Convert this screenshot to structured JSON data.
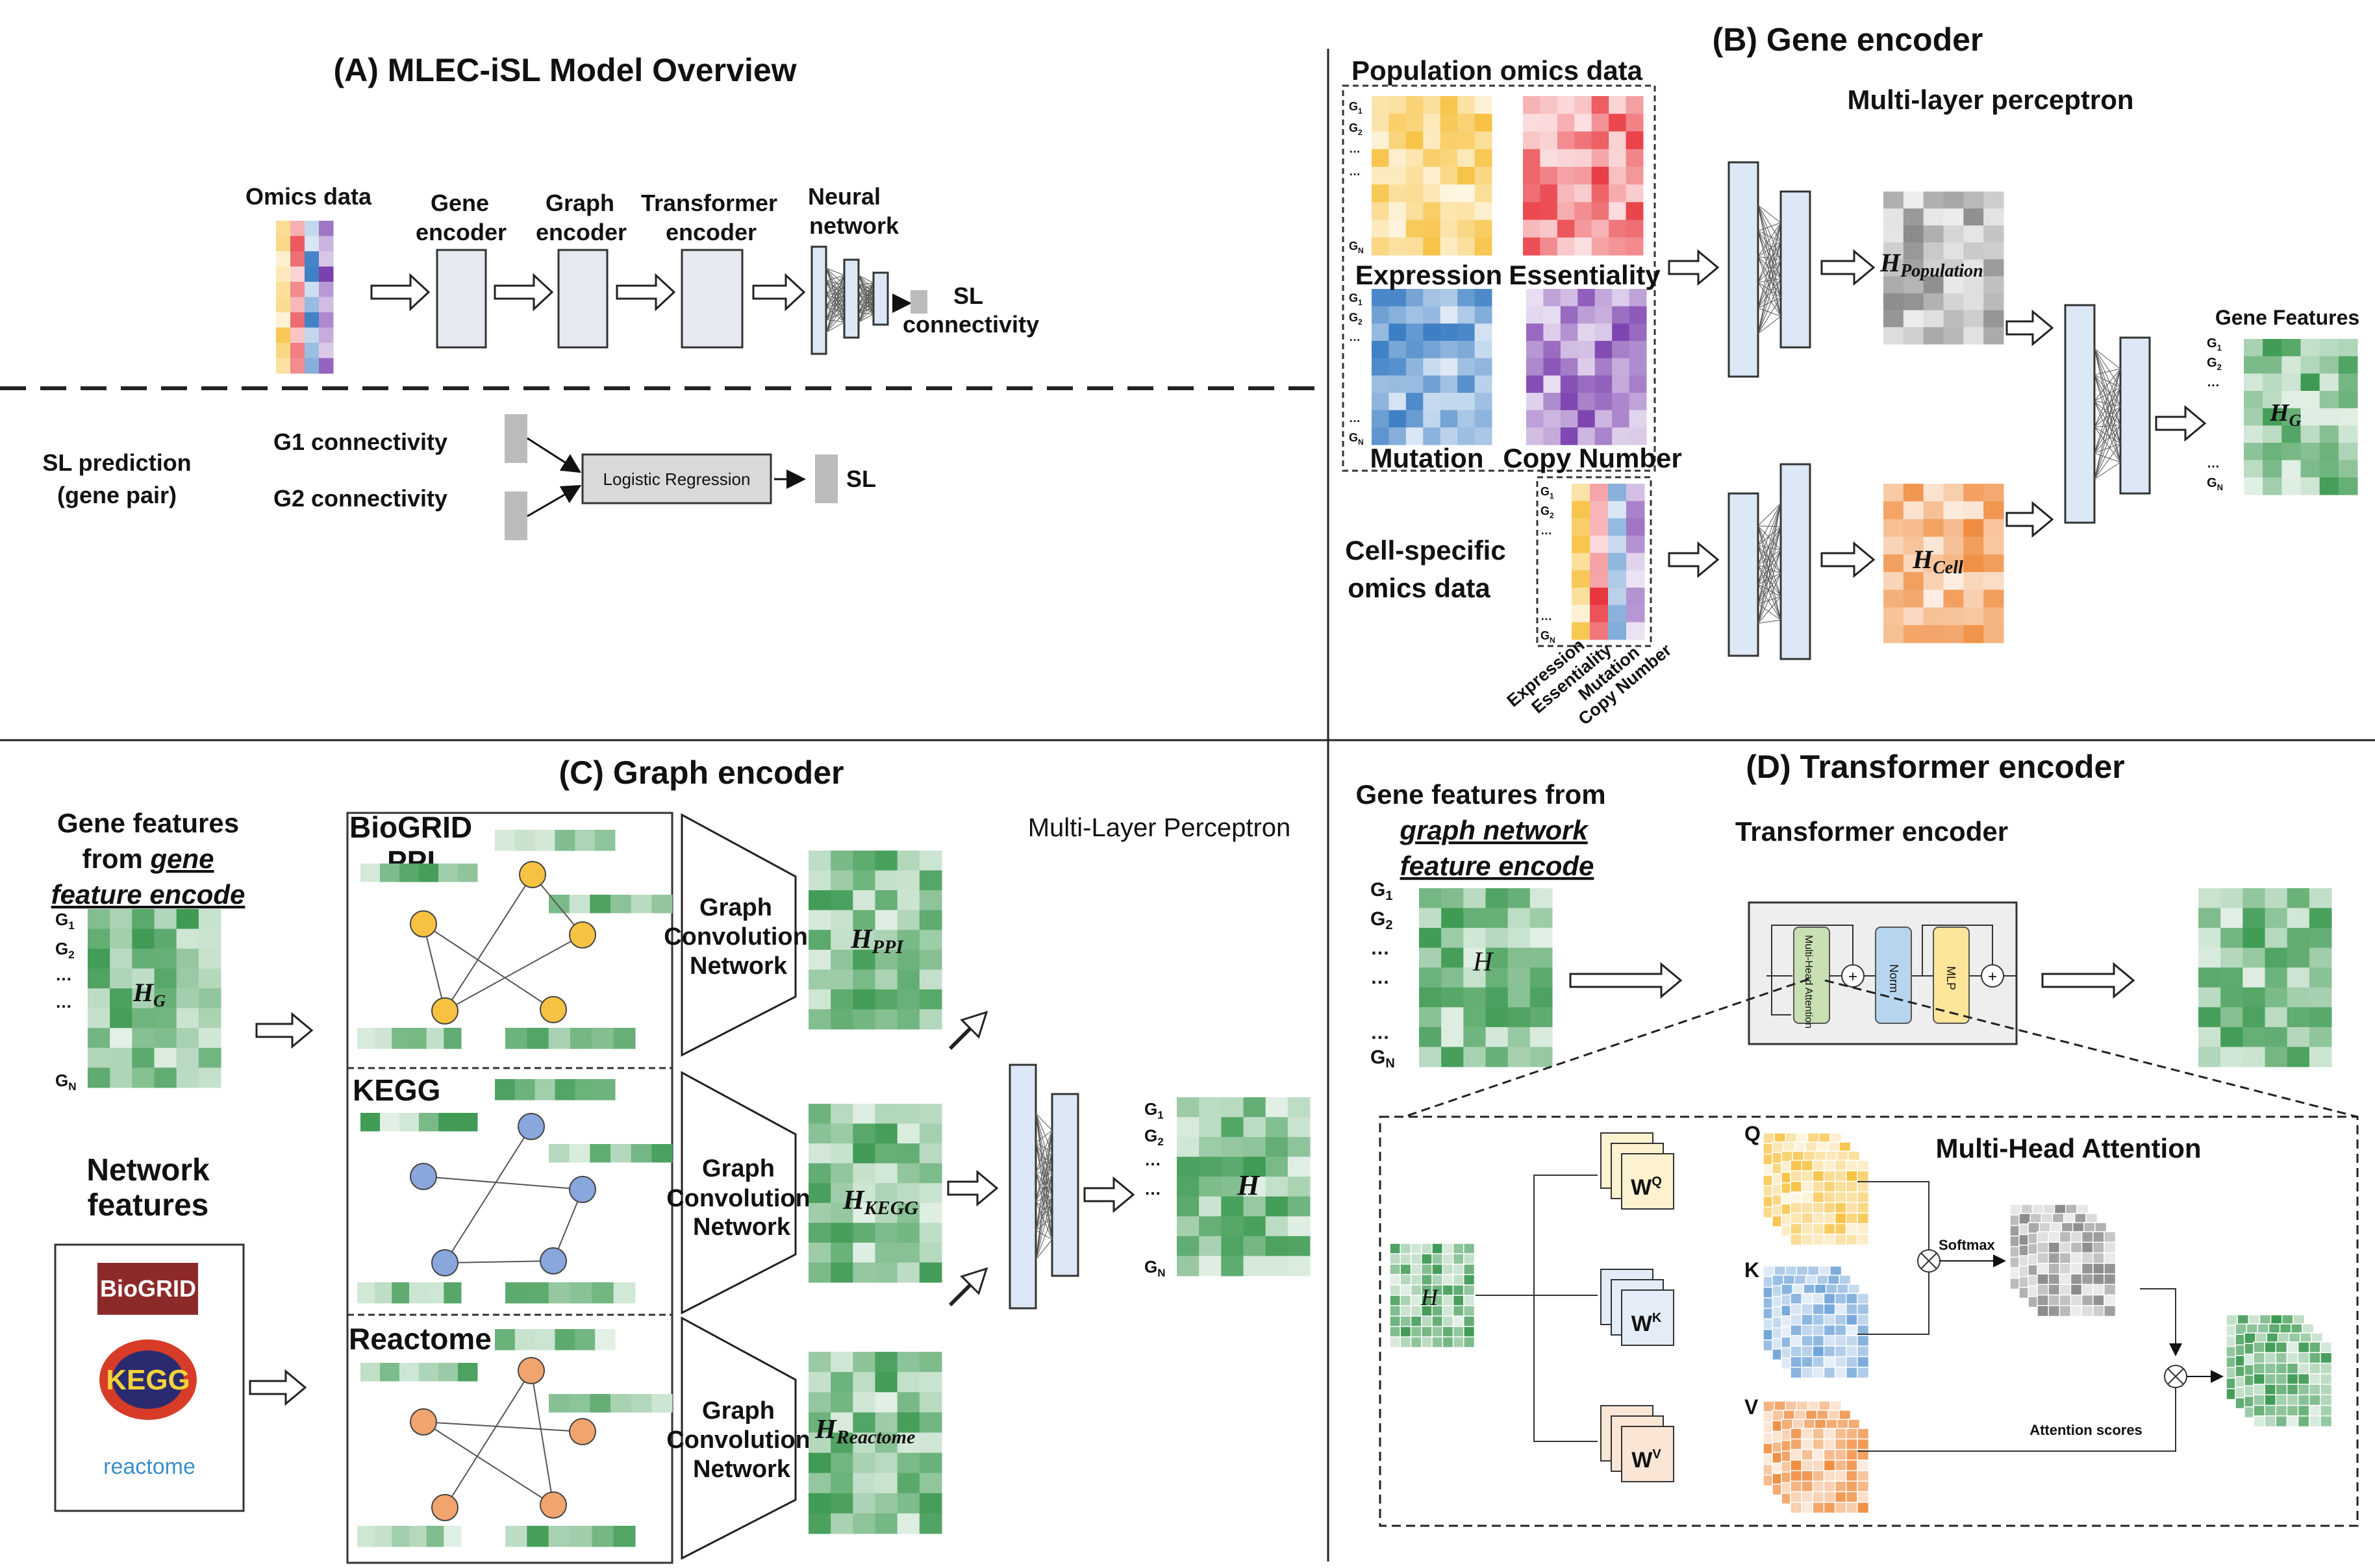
{
  "panelA": {
    "title": "(A) MLEC-iSL Model Overview",
    "omics_label": "Omics data",
    "gene_encoder": [
      "Gene",
      "encoder"
    ],
    "graph_encoder": [
      "Graph",
      "encoder"
    ],
    "transformer_encoder": [
      "Transformer",
      "encoder"
    ],
    "neural_network": [
      "Neural",
      "network"
    ],
    "sl_connectivity": [
      "SL",
      "connectivity"
    ],
    "sl_prediction": [
      "SL prediction",
      "(gene pair)"
    ],
    "g1_connectivity": "G1 connectivity",
    "g2_connectivity": "G2 connectivity",
    "logistic_regression": "Logistic Regression",
    "sl": "SL"
  },
  "panelB": {
    "title": "(B) Gene encoder",
    "population_omics": "Population omics data",
    "expression": "Expression",
    "essentiality": "Essentiality",
    "mutation": "Mutation",
    "copy_number": "Copy Number",
    "mlp": "Multi-layer perceptron",
    "h_population": "H",
    "h_population_sub": "Population",
    "h_cell": "H",
    "h_cell_sub": "Cell",
    "cell_specific": [
      "Cell-specific",
      "omics data"
    ],
    "gene_features": "Gene Features",
    "hg": "H",
    "hg_sub": "G",
    "rot_labels": [
      "Expression",
      "Essentiality",
      "Mutation",
      "Copy Number"
    ],
    "gene_rows": [
      "G",
      "G",
      "…",
      "…",
      "G"
    ],
    "gene_subs": [
      "1",
      "2",
      "",
      "",
      "N"
    ]
  },
  "panelC": {
    "title": "(C) Graph encoder",
    "gene_features": [
      "Gene features",
      "from",
      "gene",
      "feature encode"
    ],
    "biogrid": [
      "BioGRID",
      "PPI"
    ],
    "kegg": "KEGG",
    "reactome": "Reactome",
    "gcn": [
      "Graph",
      "Convolution",
      "Network"
    ],
    "mlp": "Multi-Layer Perceptron",
    "h_ppi_sub": "PPI",
    "h_kegg_sub": "KEGG",
    "h_reactome_sub": "Reactome",
    "network_features": [
      "Network",
      "features"
    ],
    "logo_biogrid": "BioGRID",
    "logo_kegg": "KEGG",
    "logo_reactome": "reactome",
    "h": "H",
    "hg_sub": "G"
  },
  "panelD": {
    "title": "(D) Transformer encoder",
    "gene_features": [
      "Gene features from",
      "graph network",
      "feature encode"
    ],
    "transformer_encoder": "Transformer encoder",
    "mha_block": "Multi-Head Attention",
    "norm": "Norm",
    "mlp": "MLP",
    "mha_title": "Multi-Head Attention",
    "wq": "W",
    "wq_sup": "Q",
    "wk": "W",
    "wk_sup": "K",
    "wv": "W",
    "wv_sup": "V",
    "q": "Q",
    "k": "K",
    "v": "V",
    "softmax": "Softmax",
    "attention_scores": "Attention scores",
    "h": "H"
  },
  "colors": {
    "yellow": "#f7c242",
    "red": "#e8333a",
    "blue": "#3b7ec4",
    "purple": "#7a3fae",
    "green": "#3e9a53",
    "orange": "#ef8a3b",
    "gray": "#8a8a8a",
    "layer_fill": "#dce8f5",
    "block_fill": "#e6e9f0"
  }
}
